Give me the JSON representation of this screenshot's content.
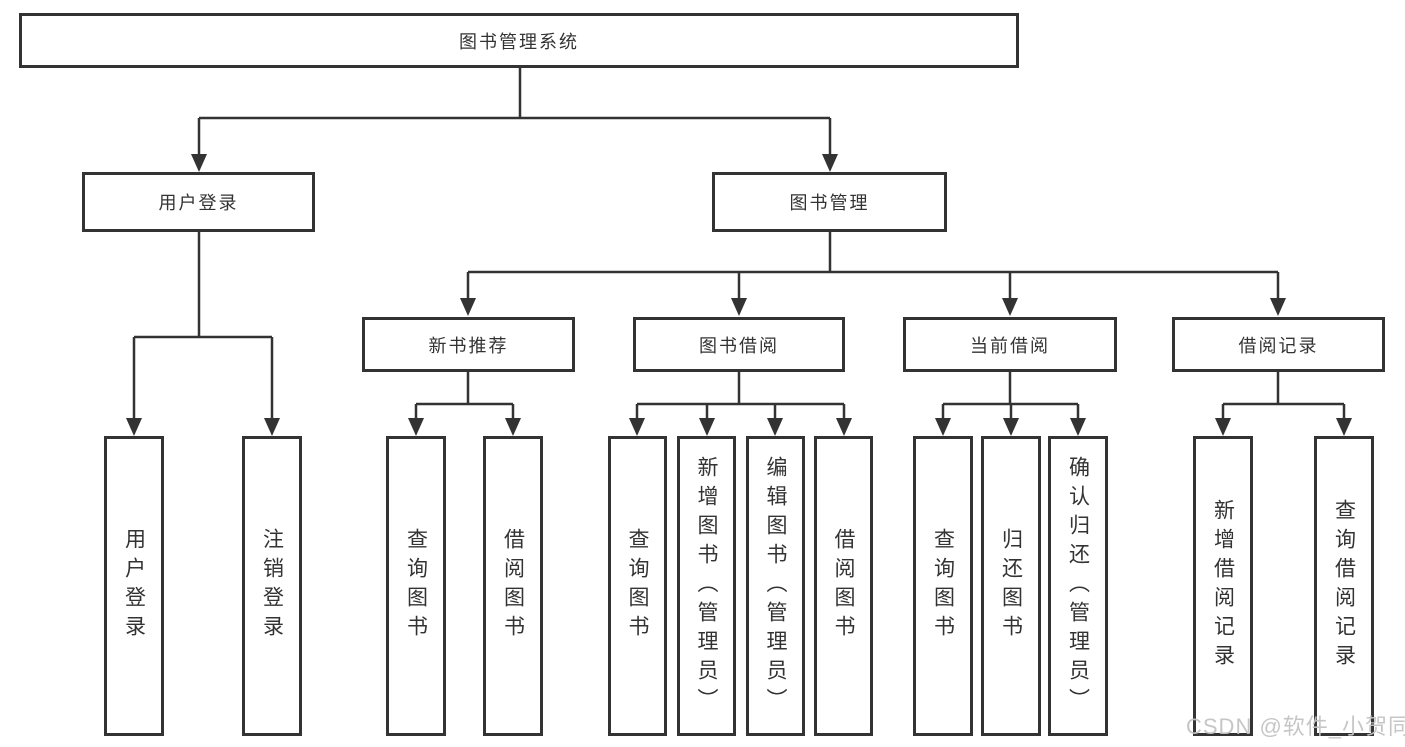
{
  "diagram": {
    "colors": {
      "line": "#333333",
      "box_border": "#333333",
      "box_bg": "#ffffff",
      "text": "#333333",
      "watermark": "#c3c3c3"
    },
    "root": {
      "label": "图书管理系统"
    },
    "level2": [
      {
        "label": "用户登录"
      },
      {
        "label": "图书管理"
      }
    ],
    "level3": [
      {
        "label": "新书推荐"
      },
      {
        "label": "图书借阅"
      },
      {
        "label": "当前借阅"
      },
      {
        "label": "借阅记录"
      }
    ],
    "leaves": {
      "user_login": [
        {
          "label": "用户登录"
        },
        {
          "label": "注销登录"
        }
      ],
      "new_book": [
        {
          "label": "查询图书"
        },
        {
          "label": "借阅图书"
        }
      ],
      "book_borrow": [
        {
          "label": "查询图书"
        },
        {
          "label": "新增图书（管理员）"
        },
        {
          "label": "编辑图书（管理员）"
        },
        {
          "label": "借阅图书"
        }
      ],
      "current_borrow": [
        {
          "label": "查询图书"
        },
        {
          "label": "归还图书"
        },
        {
          "label": "确认归还（管理员）"
        }
      ],
      "borrow_records": [
        {
          "label": "新增借阅记录"
        },
        {
          "label": "查询借阅记录"
        }
      ]
    },
    "watermark": "CSDN @软件_小贺同学"
  }
}
